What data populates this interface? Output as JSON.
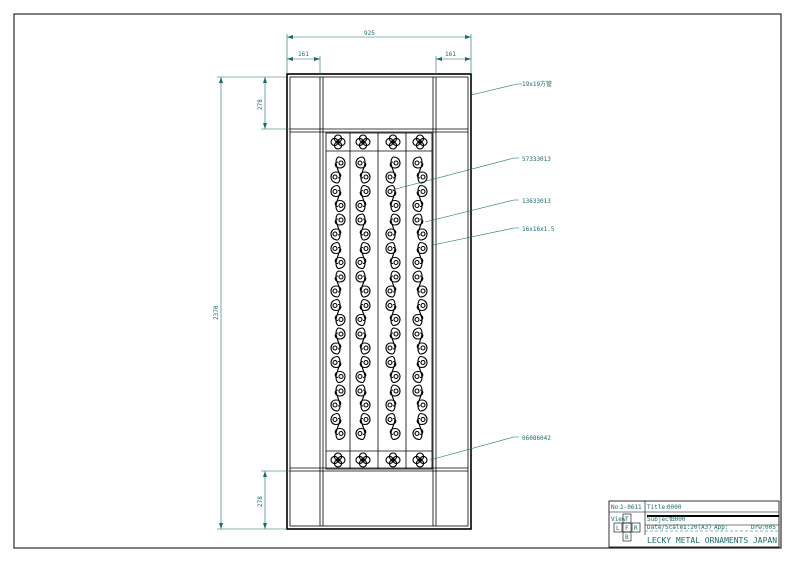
{
  "dimensions": {
    "total_width": "925",
    "left_stile": "161",
    "right_stile": "161",
    "total_height": "2370",
    "top_rail": "278",
    "bottom_rail": "278"
  },
  "part_labels": {
    "frame_tube": "19x19方管",
    "rosette": "57333013",
    "scroll": "13633013",
    "flat_bar": "16x16x1.5",
    "bottom_rosette": "06086042"
  },
  "title_block": {
    "drawing_no_label": "No.",
    "drawing_no": "1-0611",
    "title_label": "Title:",
    "title_value": "0000",
    "subject_label": "Subject:",
    "subject_value": "0000",
    "view_label": "View",
    "view_cells": [
      "T",
      "L",
      "F",
      "R",
      "B"
    ],
    "date_label": "Date/Scale:",
    "scale": "1:20(A3)",
    "approved_label": "App:",
    "drawn_label": "Drw:",
    "drawn_by": "005",
    "company": "LECKY METAL ORNAMENTS JAPAN"
  },
  "colors": {
    "line": "#000000",
    "dimension": "#1a6b6b"
  }
}
